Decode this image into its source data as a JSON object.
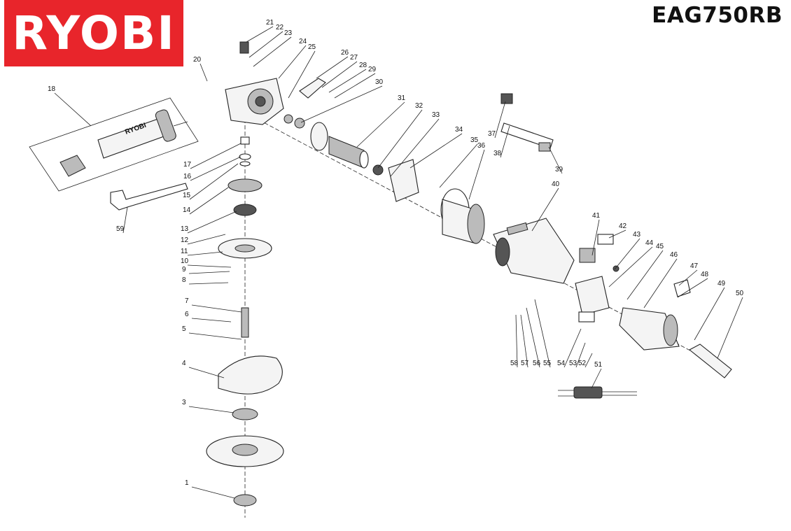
{
  "header": {
    "brand": "RYOBI",
    "model": "EAG750RB",
    "brand_color": "#e8252b"
  },
  "parts": [
    "1",
    "3",
    "4",
    "5",
    "6",
    "7",
    "8",
    "9",
    "10",
    "11",
    "12",
    "13",
    "14",
    "15",
    "16",
    "17",
    "18",
    "20",
    "21",
    "22",
    "23",
    "24",
    "25",
    "26",
    "27",
    "28",
    "29",
    "30",
    "31",
    "32",
    "33",
    "34",
    "35",
    "36",
    "37",
    "38",
    "39",
    "40",
    "41",
    "42",
    "43",
    "44",
    "45",
    "46",
    "47",
    "48",
    "49",
    "50",
    "51",
    "52",
    "53",
    "54",
    "55",
    "56",
    "57",
    "58",
    "59"
  ]
}
